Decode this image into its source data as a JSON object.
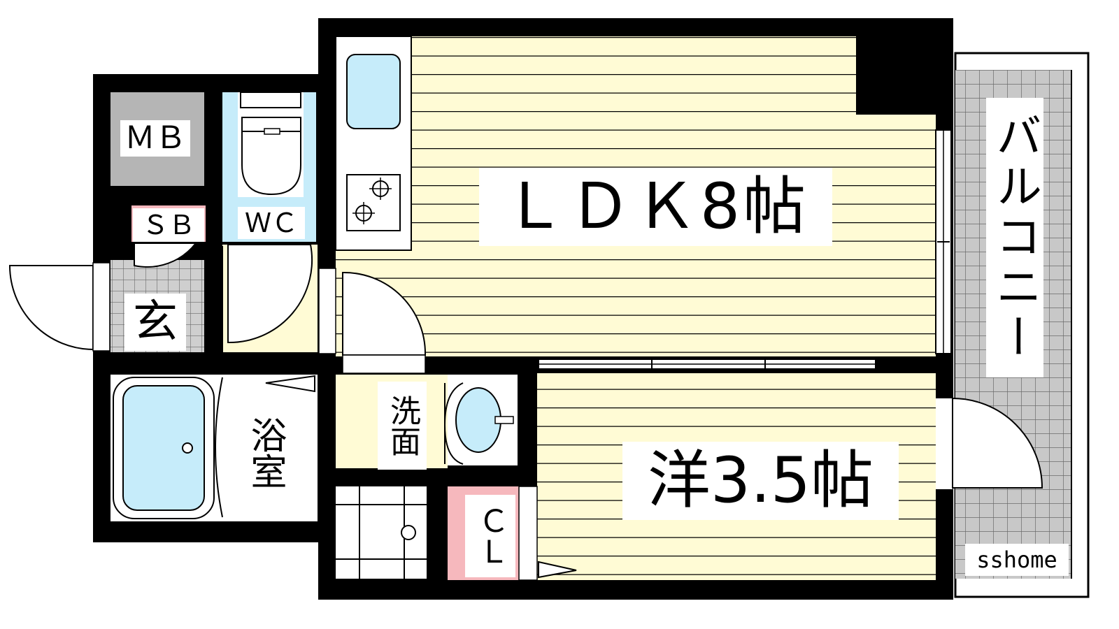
{
  "floorplan": {
    "rooms": {
      "ldk": "ＬＤＫ8帖",
      "western": "洋3.5帖",
      "balcony": "バルコニー",
      "mb": "ＭＢ",
      "sb": "ＳＢ",
      "wc": "ＷＣ",
      "entrance": "玄",
      "bathroom": "浴室",
      "washroom": "洗面",
      "closet": "ＣＬ"
    },
    "watermark": "sshome"
  },
  "colors": {
    "wall": "#000000",
    "floor_wood": "#fffbd5",
    "floor_line": "#000000",
    "water_blue": "#c6ecfa",
    "storage_gray": "#b5b5b5",
    "tile_gray": "#c8c8c8",
    "closet_pink": "#f6b8bd",
    "wash_floor": "#fffbd5"
  }
}
